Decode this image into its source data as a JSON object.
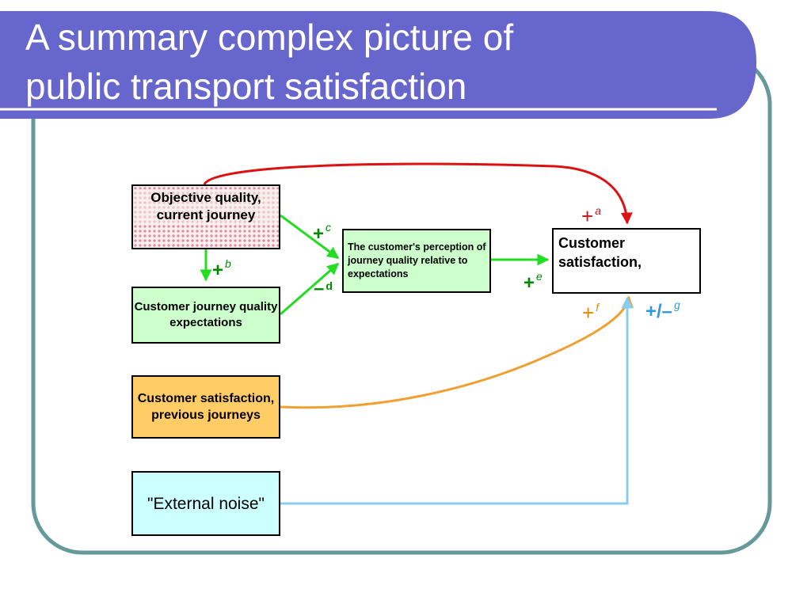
{
  "slide": {
    "title_line_1": "A summary complex picture of",
    "title_line_2": "public transport satisfaction",
    "colors": {
      "title_bar": "#6666cc",
      "frame_border": "#669999",
      "red_arrow": "#dd1111",
      "green_arrow": "#22dd22",
      "orange_arrow": "#f0a030",
      "blue_arrow": "#88ccee"
    }
  },
  "diagram": {
    "boxes": {
      "objective": "Objective quality, current journey",
      "expectations": "Customer journey quality expectations",
      "perception": "The customer's perception of  journey quality relative to expectations",
      "satisfaction": "Customer satisfaction,",
      "previous": "Customer satisfaction, previous journeys",
      "noise": "\"External noise\""
    },
    "signs": {
      "a": {
        "symbol": "+",
        "superscript": "a"
      },
      "b": {
        "symbol": "+",
        "superscript": "b"
      },
      "c": {
        "symbol": "+",
        "superscript": "c"
      },
      "d": {
        "symbol": "–",
        "superscript": "d"
      },
      "e": {
        "symbol": "+",
        "superscript": "e"
      },
      "f": {
        "symbol": "+",
        "superscript": "f"
      },
      "g": {
        "symbol": "+/–",
        "superscript": "g"
      }
    }
  }
}
